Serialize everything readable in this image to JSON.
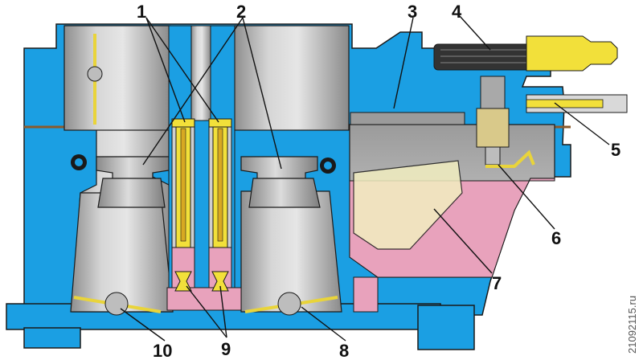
{
  "diagram": {
    "callouts": [
      {
        "id": "c1",
        "label": "1"
      },
      {
        "id": "c2",
        "label": "2"
      },
      {
        "id": "c3",
        "label": "3"
      },
      {
        "id": "c4",
        "label": "4"
      },
      {
        "id": "c5",
        "label": "5"
      },
      {
        "id": "c6",
        "label": "6"
      },
      {
        "id": "c7",
        "label": "7"
      },
      {
        "id": "c8",
        "label": "8"
      },
      {
        "id": "c9",
        "label": "9"
      },
      {
        "id": "c10",
        "label": "10"
      }
    ],
    "watermark": "21092115.ru"
  },
  "colors": {
    "body": "#1b9fe3",
    "bore": "#b9b9b9",
    "jet": "#f2e03a",
    "fuel": "#e8a2bc",
    "float": "#f2eec0",
    "outline": "#1a1a1a"
  }
}
